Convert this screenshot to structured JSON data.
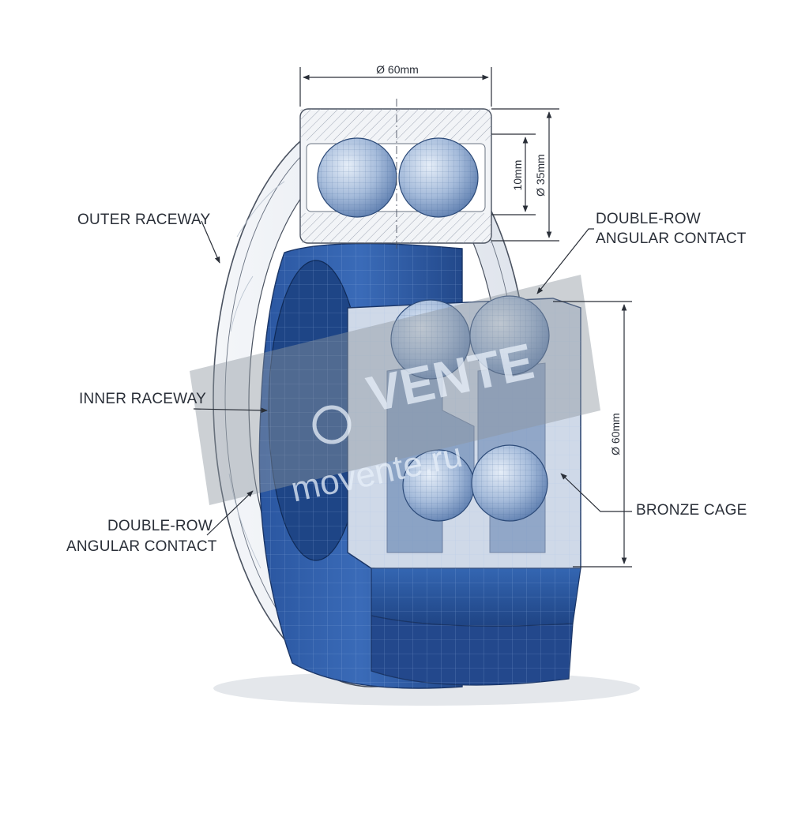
{
  "labels": {
    "outer_raceway": "OUTER RACEWAY",
    "double_row_top_line1": "DOUBLE-ROW",
    "double_row_top_line2": "ANGULAR CONTACT",
    "inner_raceway": "INNER RACEWAY",
    "double_row_left_line1": "DOUBLE-ROW",
    "double_row_left_line2": "ANGULAR CONTACT",
    "bronze_cage": "BRONZE CAGE"
  },
  "dimensions": {
    "top_width": "Ø 60mm",
    "row_gap": "10mm",
    "outer_height": "Ø 35mm",
    "right_height": "Ø 60mm"
  },
  "watermark": {
    "brand": "VENTE",
    "domain": "movente.ru"
  },
  "colors": {
    "blueprint": "#2c5aa0",
    "blueprint_dark": "#1d3f7a",
    "ball": "#a9bfdc",
    "line": "#2a2f38"
  }
}
